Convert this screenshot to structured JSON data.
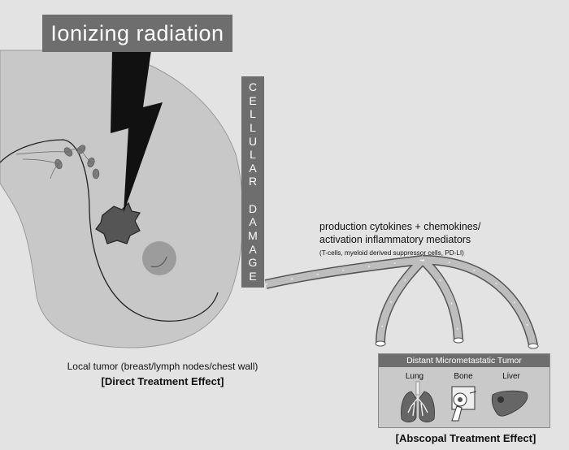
{
  "banner": {
    "title": "Ionizing radiation"
  },
  "cellular_damage": {
    "letters": [
      "C",
      "E",
      "L",
      "L",
      "U",
      "L",
      "A",
      "R",
      "",
      "D",
      "A",
      "M",
      "A",
      "G",
      "E"
    ]
  },
  "local": {
    "label": "Local tumor (breast/lymph nodes/chest wall)",
    "effect": "[Direct Treatment Effect]"
  },
  "production": {
    "line1": "production cytokines + chemokines/",
    "line2": "activation inflammatory mediators",
    "line3": "(T-cells, myeloid derived suppressor cells, PD-LI)"
  },
  "distant": {
    "title": "Distant Micrometastatic Tumor",
    "organs": [
      "Lung",
      "Bone",
      "Liver"
    ],
    "effect": "[Abscopal Treatment Effect]"
  },
  "colors": {
    "background": "#e3e3e3",
    "breast": "#c8c8c8",
    "banner": "#6e6e6e",
    "tumor": "#555555",
    "vessel": "#bdbdbd",
    "bolt": "#111111"
  },
  "icons": [
    "lightning-bolt-icon",
    "tumor-icon",
    "lymph-node-icon",
    "nipple-icon",
    "lung-icon",
    "bone-icon",
    "liver-icon"
  ]
}
